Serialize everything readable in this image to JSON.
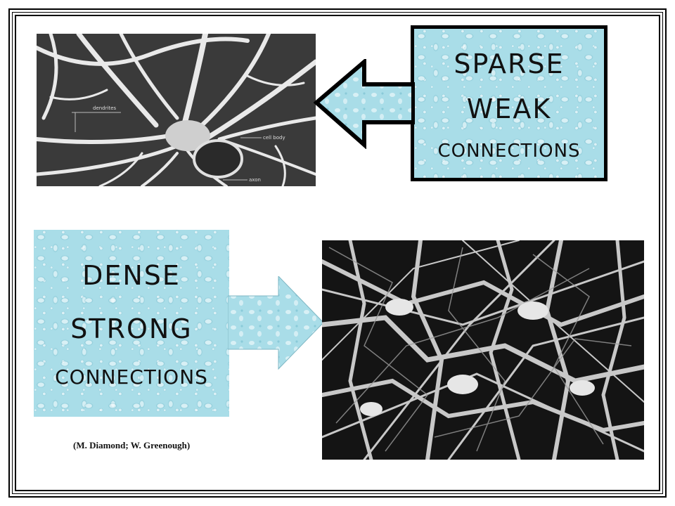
{
  "slide": {
    "top_panel": {
      "lines": [
        "SPARSE",
        "WEAK",
        "CONNECTIONS"
      ]
    },
    "bottom_panel": {
      "lines": [
        "DENSE",
        "STRONG",
        "CONNECTIONS"
      ]
    },
    "top_image": {
      "labels": [
        "dendrites",
        "cell body",
        "axon"
      ]
    },
    "citation": "(M. Diamond; W. Greenough)"
  },
  "icons": {
    "top_arrow": "left-arrow-icon",
    "bottom_arrow": "right-arrow-icon"
  },
  "colors": {
    "panel_fill": "#a9dde8",
    "frame": "#000000",
    "background": "#ffffff"
  }
}
